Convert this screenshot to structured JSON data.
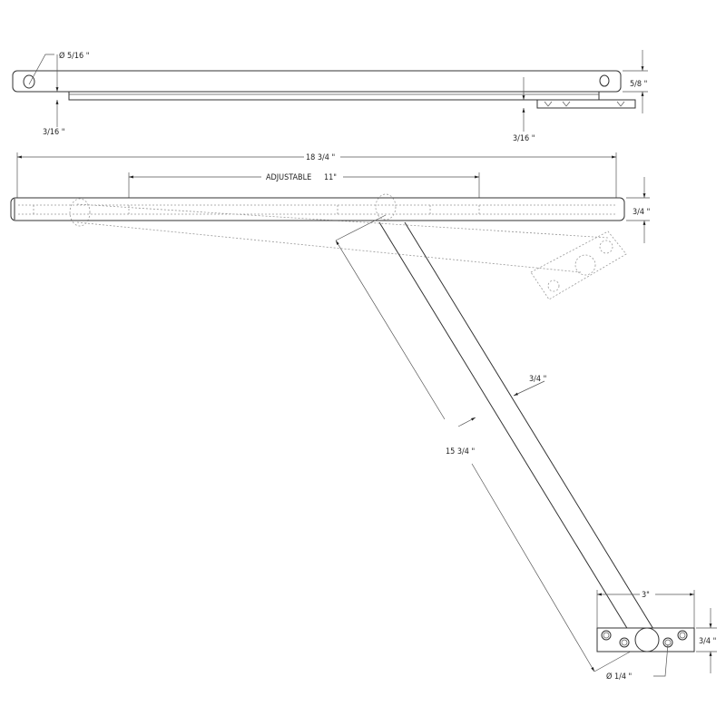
{
  "top_view": {
    "hole_diameter": "Ø 5/16 \"",
    "height": "5/8 \"",
    "left_offset": "3/16 \"",
    "right_offset": "3/16 \""
  },
  "side_view": {
    "overall_length": "18 3/4 \"",
    "adjustable": "ADJUSTABLE",
    "adjustable_length": "11\"",
    "bar_height": "3/4 \""
  },
  "arm": {
    "length": "15 3/4 \"",
    "width": "3/4 \""
  },
  "bracket": {
    "length": "3\"",
    "height": "3/4 \"",
    "hole_diameter": "Ø 1/4 \""
  }
}
